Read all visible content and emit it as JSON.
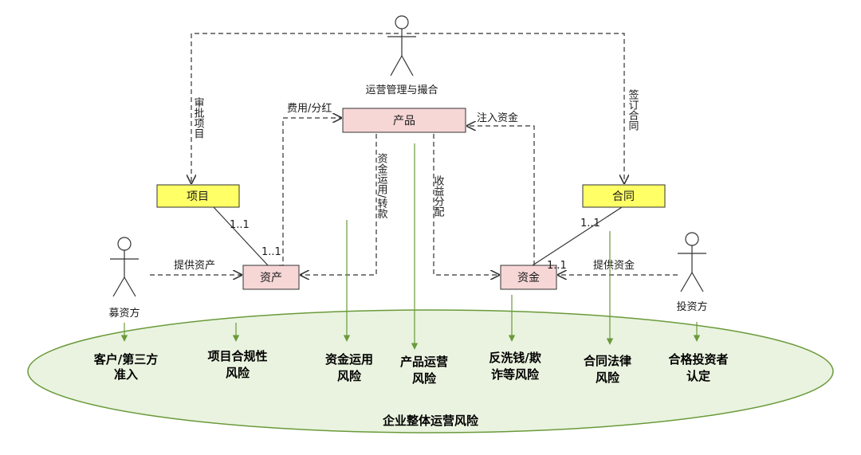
{
  "actors": {
    "operations": "运营管理与撮合",
    "fundraiser": "募资方",
    "investor": "投资方"
  },
  "boxes": {
    "product": "产品",
    "project": "项目",
    "contract": "合同",
    "asset": "资产",
    "fund": "资金"
  },
  "edges": {
    "approve": "审批项目",
    "sign": "签订合同",
    "fee": "费用/分红",
    "inject": "注入资金",
    "fund_use": "资金运用/转款",
    "income": "收益分配",
    "provide_asset": "提供资产",
    "provide_fund": "提供资金",
    "mult_project": "1..1",
    "mult_asset": "1..1",
    "mult_contract": "1..1",
    "mult_fund": "1..1"
  },
  "risks": [
    {
      "line1": "客户/第三方",
      "line2": "准入"
    },
    {
      "line1": "项目合规性",
      "line2": "风险"
    },
    {
      "line1": "资金运用",
      "line2": "风险"
    },
    {
      "line1": "产品运营",
      "line2": "风险"
    },
    {
      "line1": "反洗钱/欺",
      "line2": "诈等风险"
    },
    {
      "line1": "合同法律",
      "line2": "风险"
    },
    {
      "line1": "合格投资者",
      "line2": "认定"
    }
  ],
  "overall": "企业整体运营风险",
  "colors": {
    "yellow_box": "#ffff66",
    "pink_box": "#f7d6d6",
    "ellipse_fill": "#e9f3df",
    "ellipse_stroke": "#6a9a3a",
    "arrow_green": "#6a9a3a"
  }
}
